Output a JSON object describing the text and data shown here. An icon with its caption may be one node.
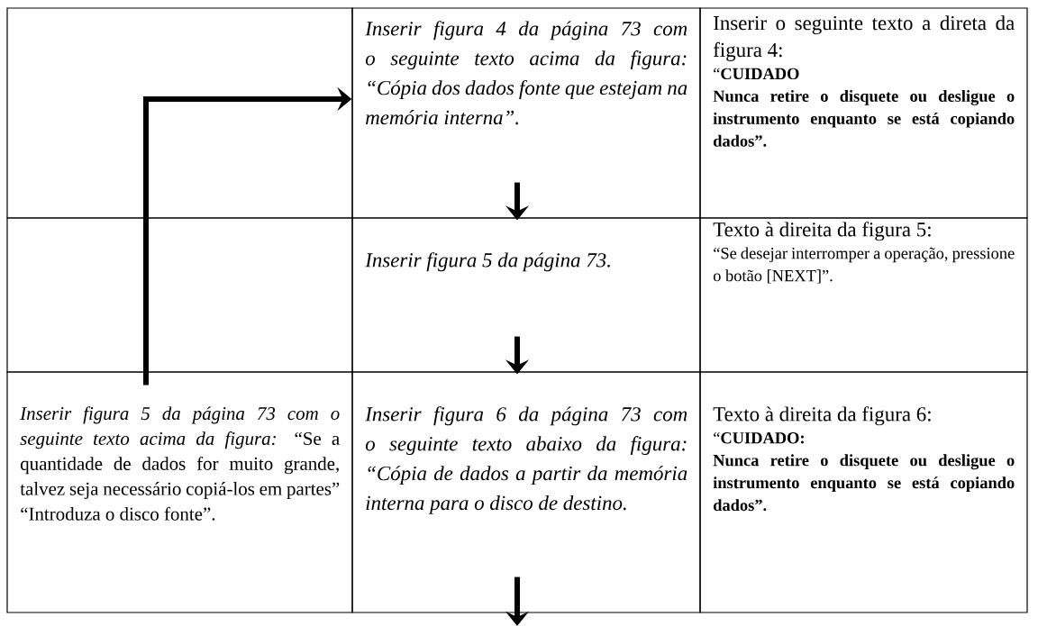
{
  "diagram": {
    "nodes": [
      {
        "text": [
          "Inserir figura 4 da página 73 com o seguinte texto acima da figura: “Cópia dos dados fonte que estejam na memória interna”."
        ]
      },
      {
        "text": [
          "Inserir o seguinte texto a direta da figura 4:",
          "“**CUIDADO**",
          "Nunca retire o disquete ou desligue o instrumento enquanto se está copiando dados”."
        ]
      },
      {
        "text": [
          "Inserir figura 5 da página 73."
        ]
      },
      {
        "text": [
          "Texto à direita da figura 5:",
          "“Se desejar interromper a operação, pressione o botão [NEXT]”."
        ]
      },
      {
        "text": [
          "*Inserir figura 5 da página 73 com o seguinte texto acima da figura:* “Se a quantidade de dados for muito grande, talvez seja necessário copiá-los em partes” “Introduza o disco fonte”."
        ]
      },
      {
        "text": [
          "Inserir figura 6 da página 73 com o seguinte texto abaixo da figura: “Cópia de dados a partir da memória interna para o disco de destino."
        ]
      },
      {
        "text": [
          "Texto à direita da figura 6:",
          "“**CUIDADO:**",
          "Nunca retire o disquete ou desligue o instrumento enquanto se está copiando dados”."
        ]
      }
    ],
    "edges": [
      {
        "from": 4,
        "to": 0,
        "arrow": "to"
      },
      {
        "from": 0,
        "to": 2,
        "arrow": "to"
      },
      {
        "from": 2,
        "to": 5,
        "arrow": "to"
      },
      {
        "from": 5,
        "to": null,
        "arrow": "to"
      }
    ]
  }
}
